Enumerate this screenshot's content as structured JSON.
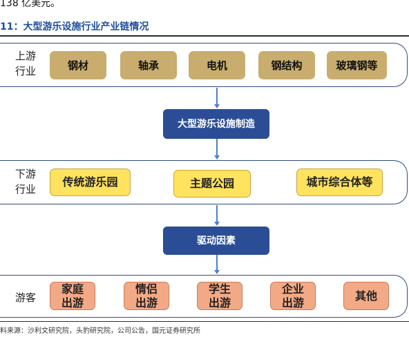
{
  "intro_text": "138 亿美元。",
  "figure_title": "11：大型游乐设施行业产业链情况",
  "upstream": {
    "label": "上游\n行业",
    "items": [
      "钢材",
      "轴承",
      "电机",
      "钢结构",
      "玻璃钢等"
    ]
  },
  "manufacturing": {
    "label": "大型游乐设施制造"
  },
  "downstream": {
    "label": "下游\n行业",
    "items": [
      "传统游乐园",
      "主题公园",
      "城市综合体等"
    ]
  },
  "drivers": {
    "label": "驱动因素"
  },
  "visitors": {
    "label": "游客",
    "items": [
      "家庭\n出游",
      "情侣\n出游",
      "学生\n出游",
      "企业\n出游",
      "其他"
    ]
  },
  "source": "料来源：沙利文研究院，头豹研究院，公司公告，国元证券研究所",
  "colors": {
    "title_blue": "#1f4e9a",
    "band_border": "#2e4a80",
    "upstream_box": "#c8ad6e",
    "downstream_box": "#ffe25e",
    "visitor_box": "#f2a985",
    "center_box": "#2a4d95",
    "arrow": "#4f7fc8"
  }
}
